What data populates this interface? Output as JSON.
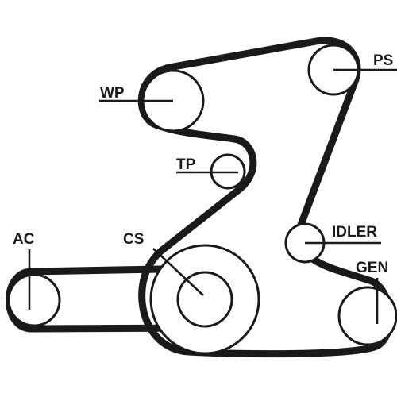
{
  "diagram": {
    "labels": {
      "wp": "WP",
      "ps": "PS",
      "tp": "TP",
      "idler": "IDLER",
      "ac": "AC",
      "cs": "CS",
      "gen": "GEN"
    },
    "colors": {
      "ink": "#1a1a1a",
      "background": "#ffffff"
    }
  }
}
